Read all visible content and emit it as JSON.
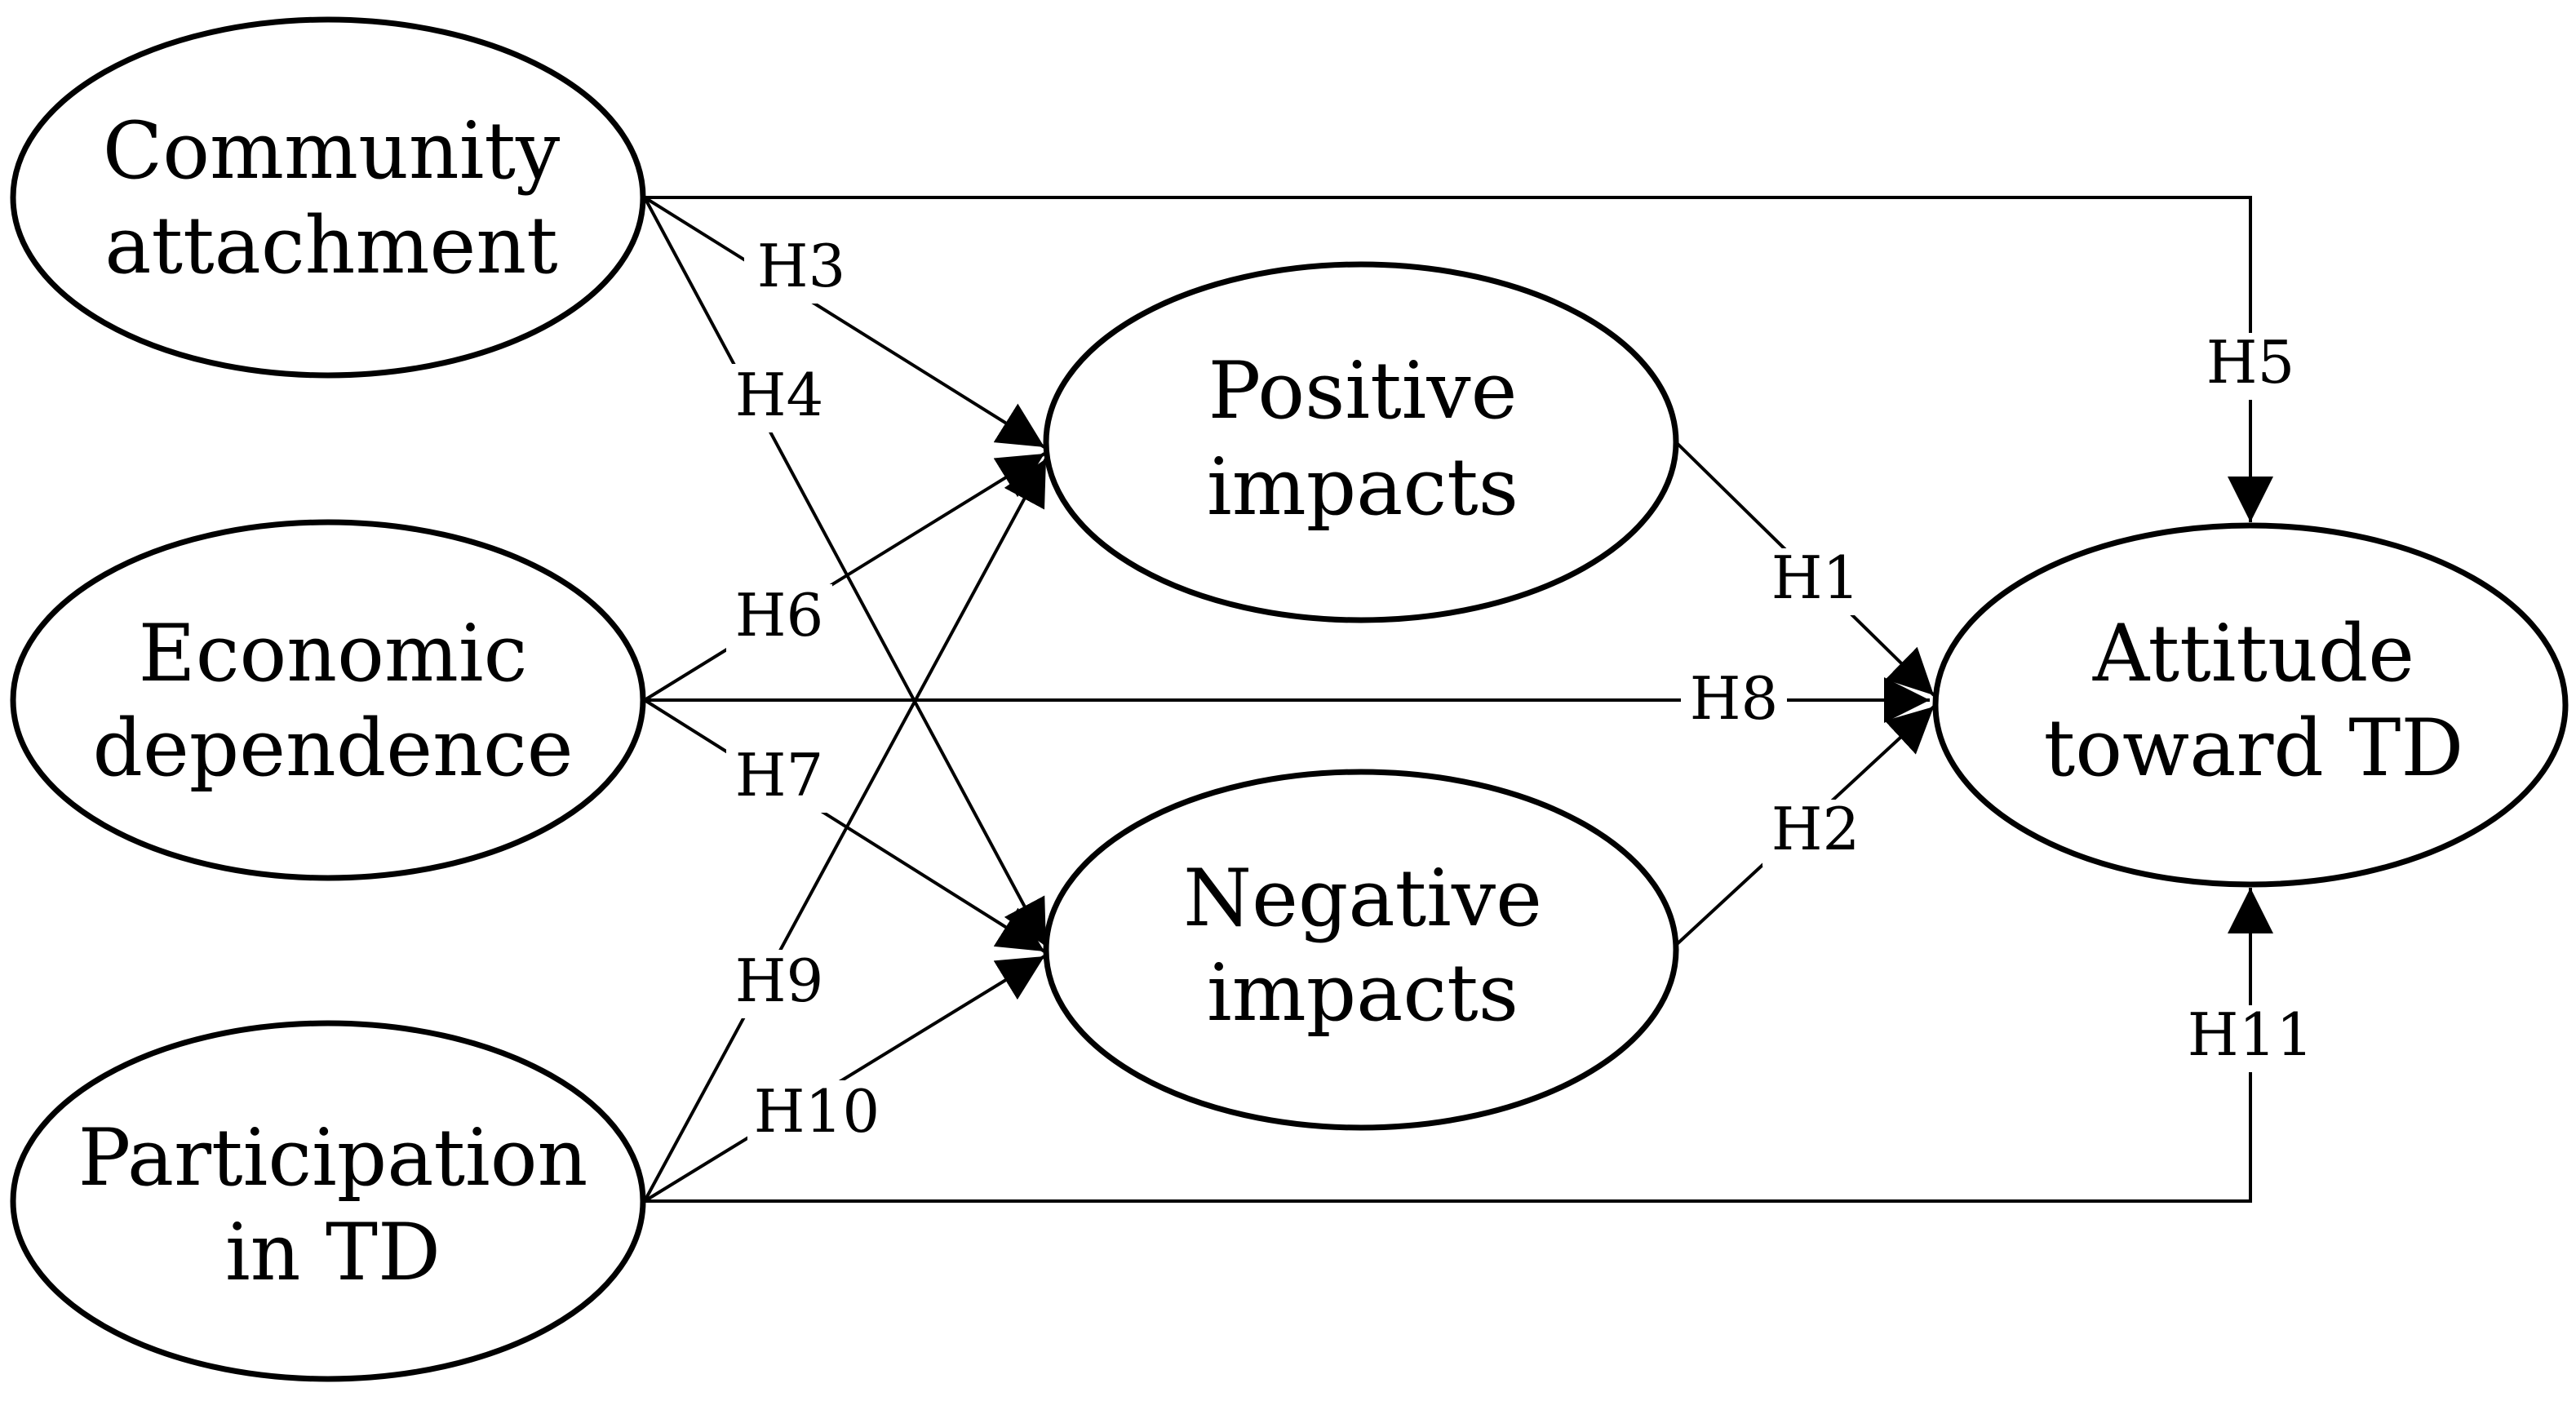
{
  "nodes": {
    "community": {
      "line1": "Community",
      "line2": "attachment"
    },
    "economic": {
      "line1": "Economic",
      "line2": "dependence"
    },
    "participation": {
      "line1": "Participation",
      "line2": "in TD"
    },
    "positive": {
      "line1": "Positive",
      "line2": "impacts"
    },
    "negative": {
      "line1": "Negative",
      "line2": "impacts"
    },
    "attitude": {
      "line1": "Attitude",
      "line2": "toward TD"
    }
  },
  "edges": {
    "h1": {
      "label": "H1",
      "from": "Positive impacts",
      "to": "Attitude toward TD"
    },
    "h2": {
      "label": "H2",
      "from": "Negative impacts",
      "to": "Attitude toward TD"
    },
    "h3": {
      "label": "H3",
      "from": "Community attachment",
      "to": "Positive impacts"
    },
    "h4": {
      "label": "H4",
      "from": "Community attachment",
      "to": "Negative impacts"
    },
    "h5": {
      "label": "H5",
      "from": "Community attachment",
      "to": "Attitude toward TD"
    },
    "h6": {
      "label": "H6",
      "from": "Economic dependence",
      "to": "Positive impacts"
    },
    "h7": {
      "label": "H7",
      "from": "Economic dependence",
      "to": "Negative impacts"
    },
    "h8": {
      "label": "H8",
      "from": "Economic dependence",
      "to": "Attitude toward TD"
    },
    "h9": {
      "label": "H9",
      "from": "Participation in TD",
      "to": "Positive impacts"
    },
    "h10": {
      "label": "H10",
      "from": "Participation in TD",
      "to": "Negative impacts"
    },
    "h11": {
      "label": "H11",
      "from": "Participation in TD",
      "to": "Attitude toward TD"
    }
  }
}
